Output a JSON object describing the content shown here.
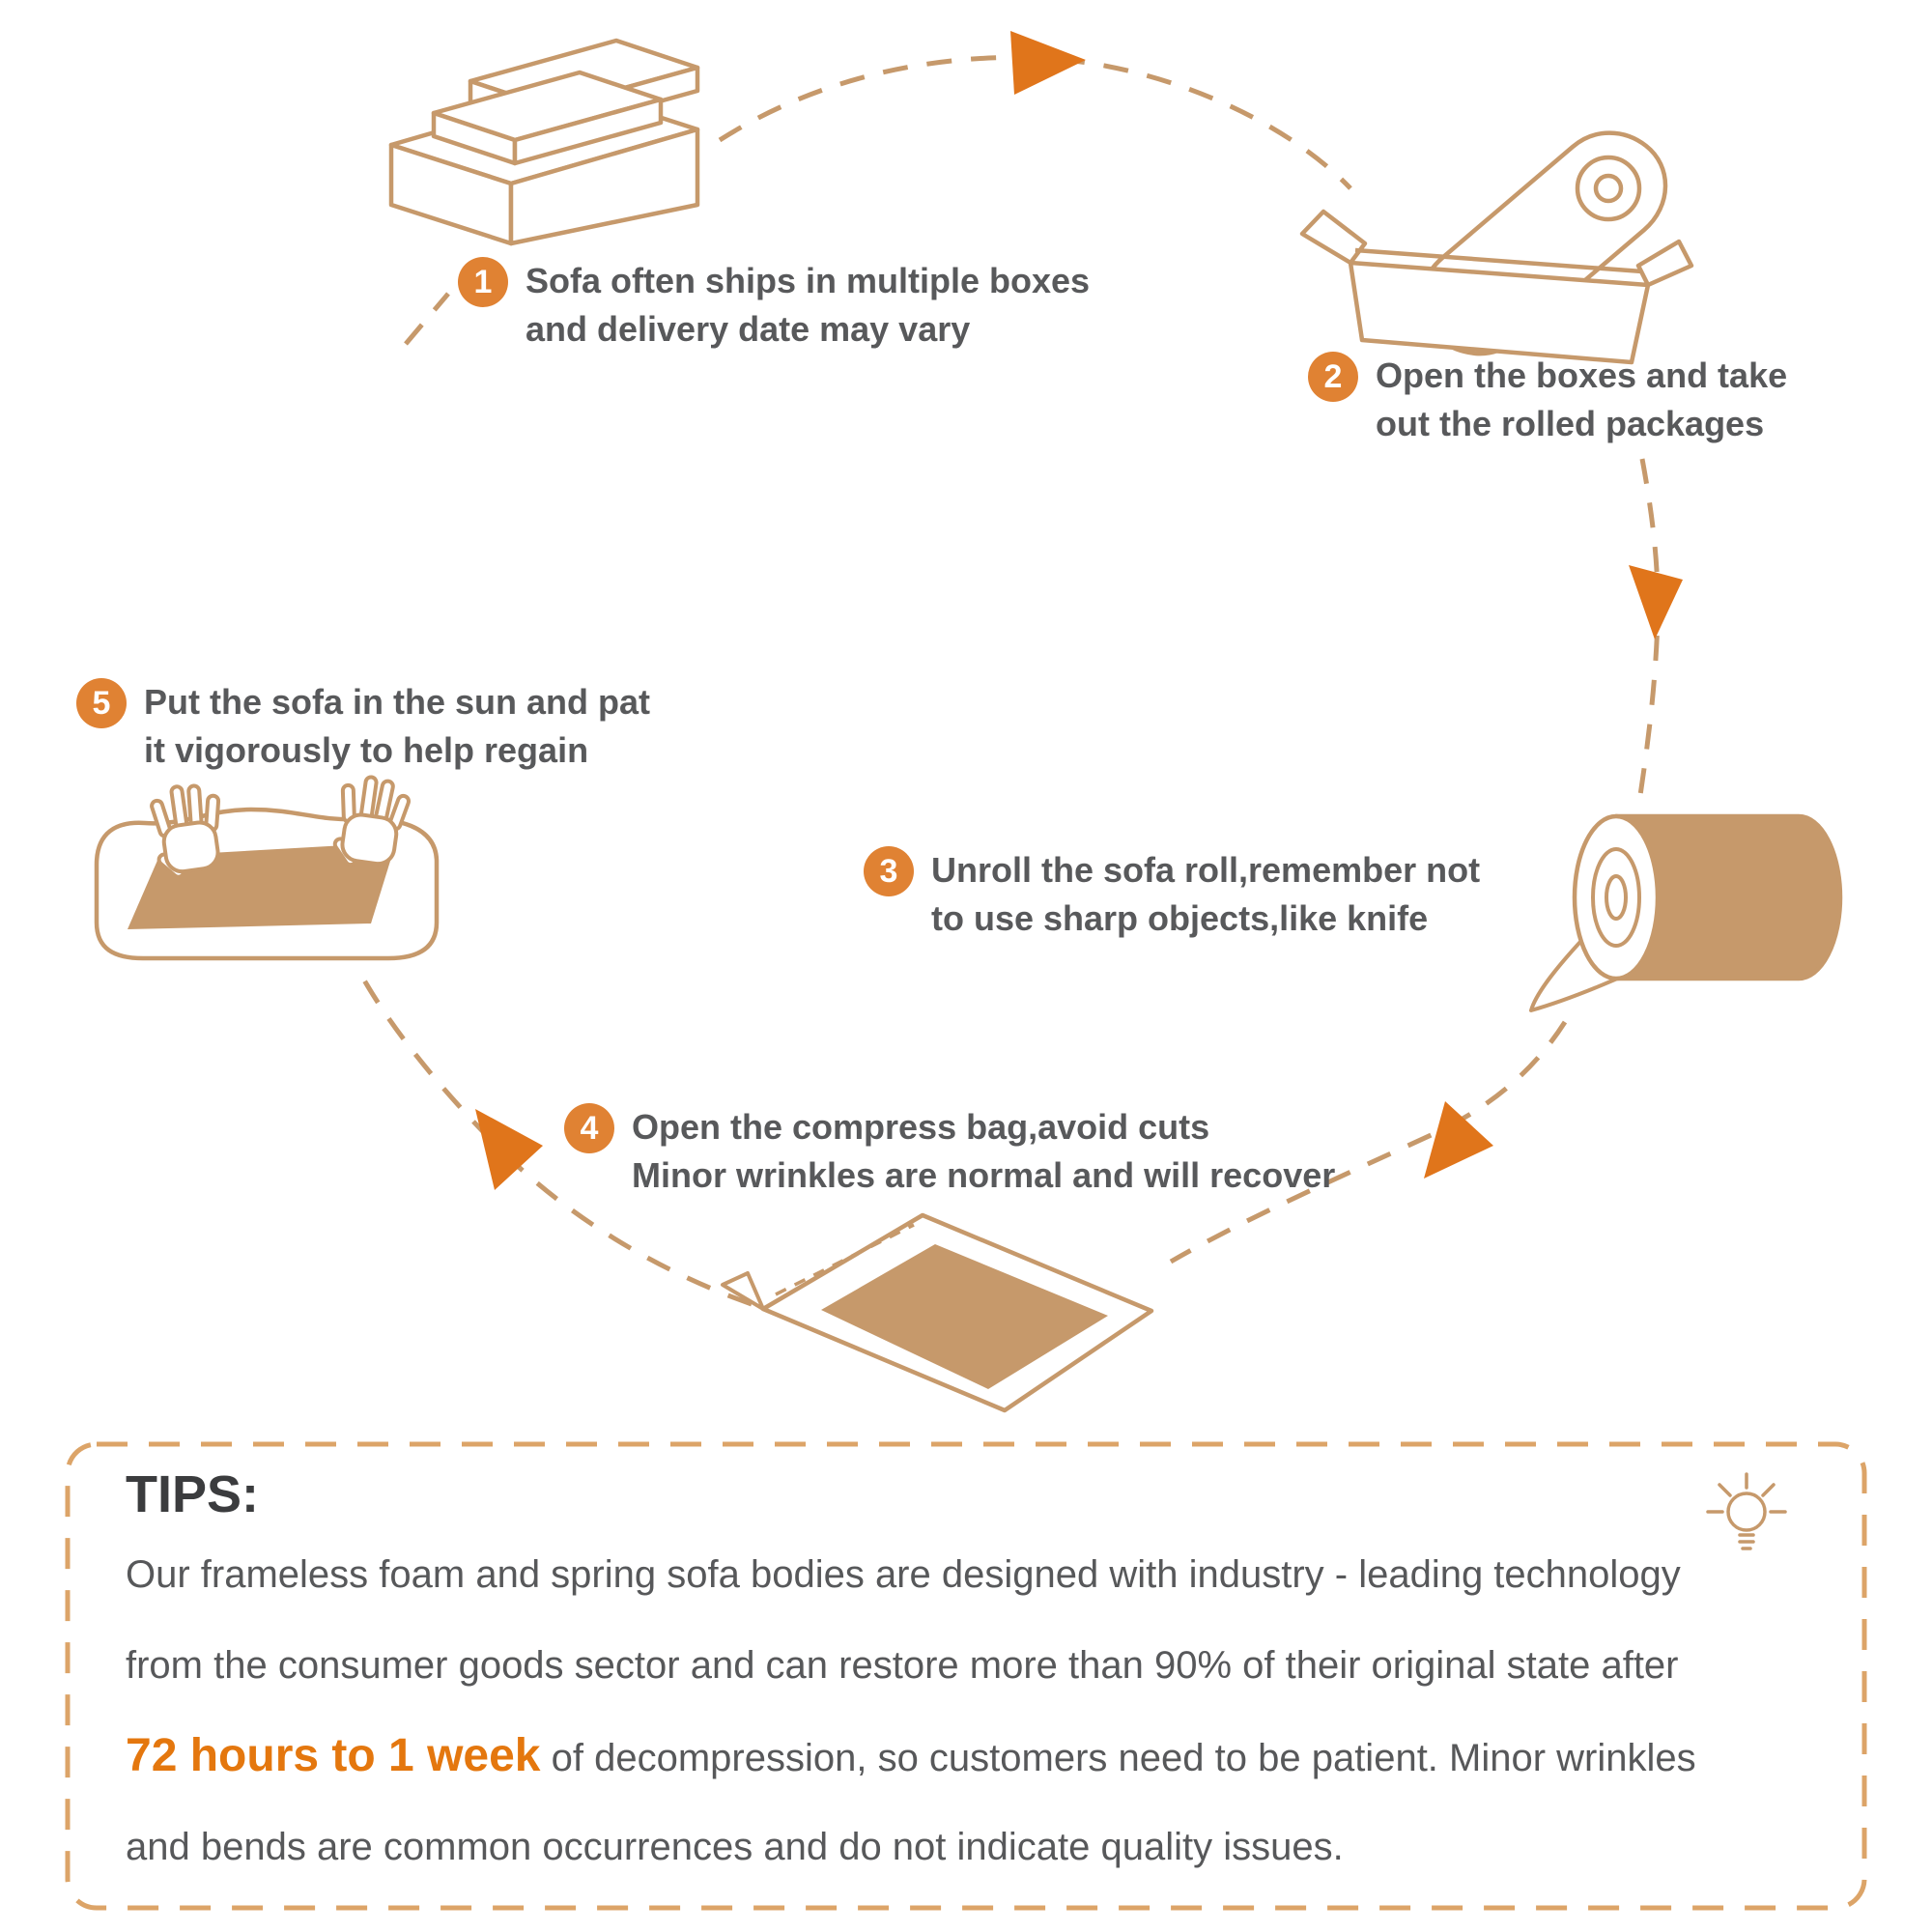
{
  "steps": [
    {
      "number": "1",
      "line1": "Sofa often ships in multiple boxes",
      "line2": "and delivery date may vary"
    },
    {
      "number": "2",
      "line1": "Open the boxes and take",
      "line2": "out the rolled packages"
    },
    {
      "number": "3",
      "line1": "Unroll the sofa roll,remember not",
      "line2": "to use sharp objects,like knife"
    },
    {
      "number": "4",
      "line1": "Open the compress bag,avoid cuts",
      "line2": "Minor wrinkles are normal and will recover"
    },
    {
      "number": "5",
      "line1": "Put the sofa in the sun and pat",
      "line2": "it vigorously to help regain"
    }
  ],
  "tips": {
    "title": "TIPS:",
    "line1": "Our frameless foam and spring sofa bodies are designed with industry - leading technology",
    "line2": "from the consumer goods sector and can restore more than 90% of their original state after",
    "line3_highlight": "72 hours to 1 week",
    "line3_rest": " of decompression, so customers need to be patient. Minor wrinkles",
    "line4": "and bends are common occurrences and do not indicate quality issues."
  },
  "icons": {
    "step1": "shipping-boxes-icon",
    "step2": "open-box-rolled-package-icon",
    "step3": "sofa-roll-icon",
    "step4": "compress-bag-icon",
    "step5": "sofa-patting-hands-icon",
    "tips": "lightbulb-icon",
    "flow": "dashed-circle-with-arrows"
  },
  "colors": {
    "line_tan": "#C6996B",
    "arrow_orange": "#E0751B",
    "badge_orange": "#E08233",
    "text_gray": "#58595B",
    "highlight_orange": "#E4770E",
    "tips_border": "#DCA468"
  }
}
